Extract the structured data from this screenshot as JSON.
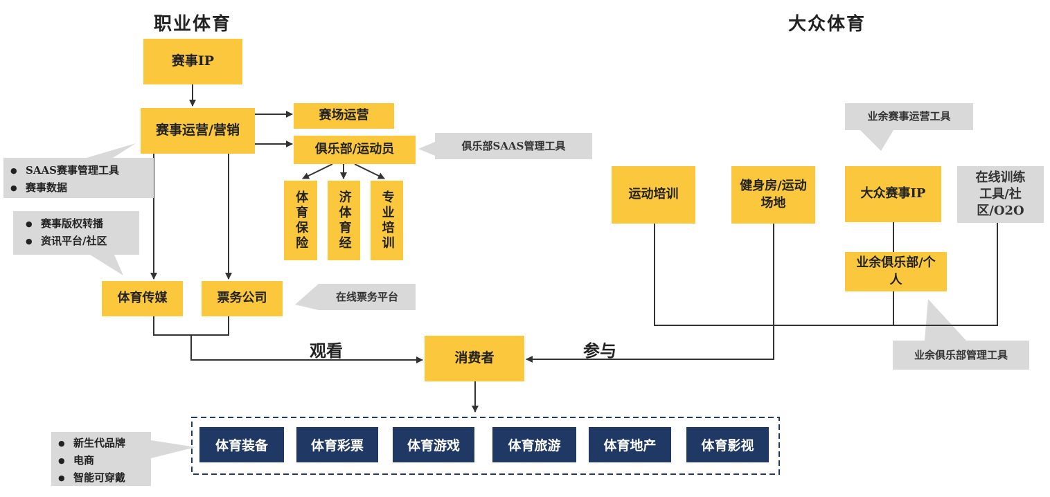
{
  "titles": {
    "pro": "职业体育",
    "mass": "大众体育"
  },
  "nodes": {
    "event_ip": "赛事IP",
    "event_ops": "赛事运营/营销",
    "venue_ops": "赛场运营",
    "club_athlete": "俱乐部/运动员",
    "sports_insurance": "体育保险",
    "economy": "济体育经",
    "pro_training": "专业培训",
    "sports_media": "体育传媒",
    "ticketing": "票务公司",
    "consumer": "消费者",
    "sports_training": "运动培训",
    "gym": "健身房/运动场地",
    "mass_event_ip": "大众赛事IP",
    "online_tools": "在线训练工具/社区/O2O",
    "amateur_club": "业余俱乐部/个人"
  },
  "callouts": {
    "club_saas": "俱乐部SAAS管理工具",
    "amateur_event_tools": "业余赛事运营工具",
    "online_ticket": "在线票务平台",
    "amateur_club_tools": "业余俱乐部管理工具",
    "saas_list": [
      "SAAS赛事管理工具",
      "赛事数据"
    ],
    "media_list": [
      "赛事版权转播",
      "资讯平台/社区"
    ],
    "brand_list": [
      "新生代品牌",
      "电商",
      "智能可穿戴"
    ]
  },
  "edge_labels": {
    "watch": "观看",
    "participate": "参与"
  },
  "industries": [
    "体育装备",
    "体育彩票",
    "体育游戏",
    "体育旅游",
    "体育地产",
    "体育影视"
  ],
  "colors": {
    "yellow": "#FBC83D",
    "gray": "#D9D9D9",
    "navy": "#1F3864",
    "line": "#333333"
  }
}
